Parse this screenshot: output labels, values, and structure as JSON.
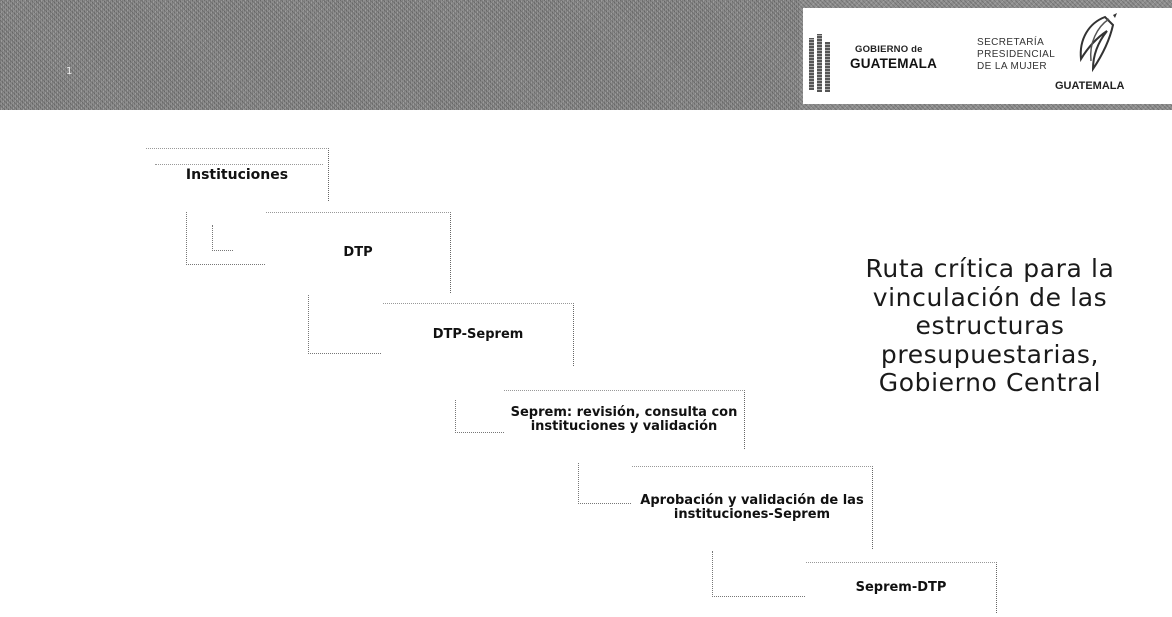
{
  "header": {
    "slide_number": "1",
    "logo_gobierno": {
      "line1": "GOBIERNO de",
      "line2": "GUATEMALA"
    },
    "logo_secretaria": {
      "line1": "SECRETARÍA",
      "line2": "PRESIDENCIAL",
      "line3": "DE LA MUJER"
    },
    "logo_guatemala": "GUATEMALA"
  },
  "diagram": {
    "type": "staircase-process-flow",
    "steps": [
      {
        "label": "Instituciones"
      },
      {
        "label": "DTP"
      },
      {
        "label": "DTP-Seprem"
      },
      {
        "label": "Seprem: revisión, consulta con instituciones y validación"
      },
      {
        "label": "Aprobación y validación de las instituciones-Seprem"
      },
      {
        "label": "Seprem-DTP"
      }
    ]
  },
  "title": "Ruta crítica para la vinculación de las estructuras presupuestarias, Gobierno Central",
  "colors": {
    "banner": "#8e8e8e",
    "text": "#111111",
    "background": "#ffffff"
  }
}
